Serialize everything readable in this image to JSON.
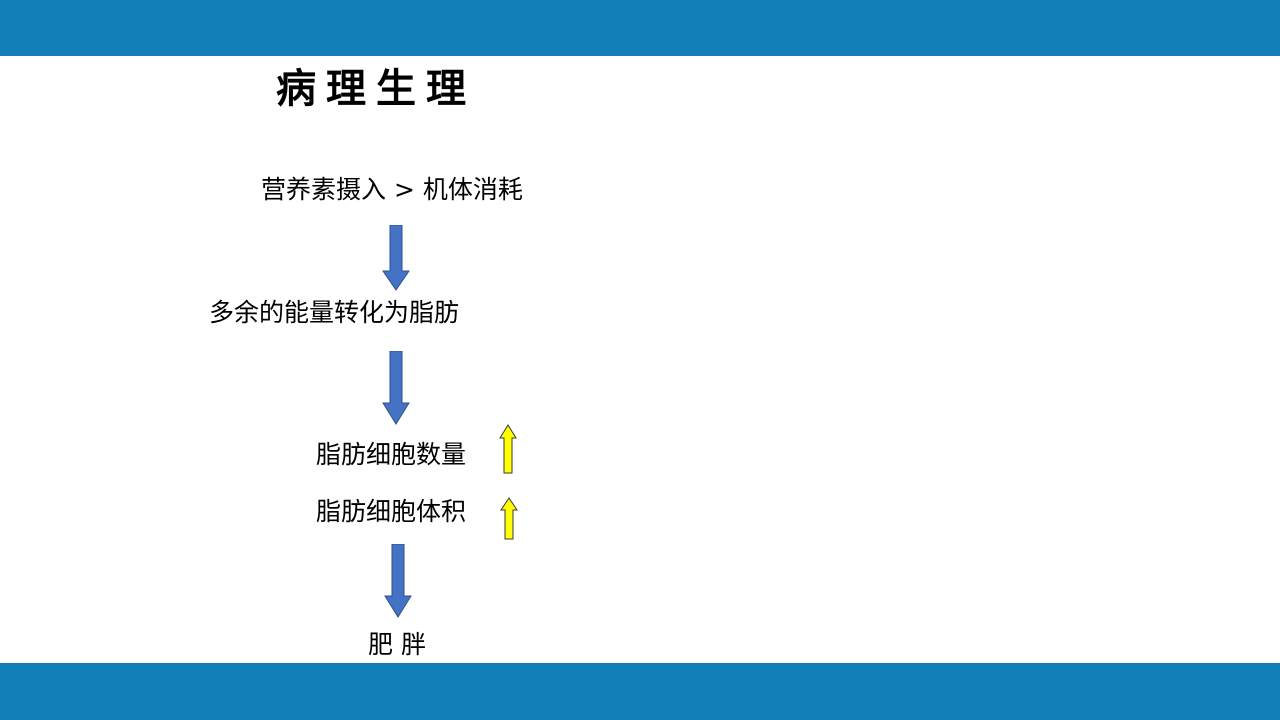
{
  "slide": {
    "title": "病理生理",
    "colors": {
      "band": "#137fb9",
      "down_arrow_fill": "#4472c4",
      "down_arrow_stroke": "#2f528f",
      "up_arrow_fill": "#ffff00",
      "up_arrow_stroke": "#3a3a3a"
    }
  },
  "flow": {
    "step1": "营养素摄入 > 机体消耗",
    "step2": "多余的能量转化为脂肪",
    "step3a": "脂肪细胞数量",
    "step3b": "脂肪细胞体积",
    "step4": "肥 胖"
  }
}
